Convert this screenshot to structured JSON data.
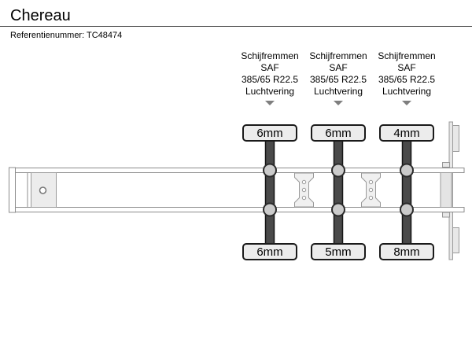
{
  "header": {
    "title": "Chereau",
    "reference": "Referentienummer: TC48474"
  },
  "axle_columns": [
    {
      "spec_lines": [
        "Schijfremmen",
        "SAF",
        "385/65 R22.5",
        "Luchtvering"
      ],
      "pad_top": "6mm",
      "pad_bottom": "6mm"
    },
    {
      "spec_lines": [
        "Schijfremmen",
        "SAF",
        "385/65 R22.5",
        "Luchtvering"
      ],
      "pad_top": "6mm",
      "pad_bottom": "5mm"
    },
    {
      "spec_lines": [
        "Schijfremmen",
        "SAF",
        "385/65 R22.5",
        "Luchtvering"
      ],
      "pad_top": "4mm",
      "pad_bottom": "8mm"
    }
  ],
  "icons": {
    "arrow_down": "triangle-down-pointer"
  },
  "colors": {
    "pad_label_fill": "#ececec",
    "pad_label_border": "#1a1a1a",
    "axle_bar": "#4a4a4a",
    "suspension_circle": "#cbcbcb",
    "chassis_outline": "#8c8c8c",
    "arrow": "#7f7f7f",
    "background": "#ffffff"
  }
}
